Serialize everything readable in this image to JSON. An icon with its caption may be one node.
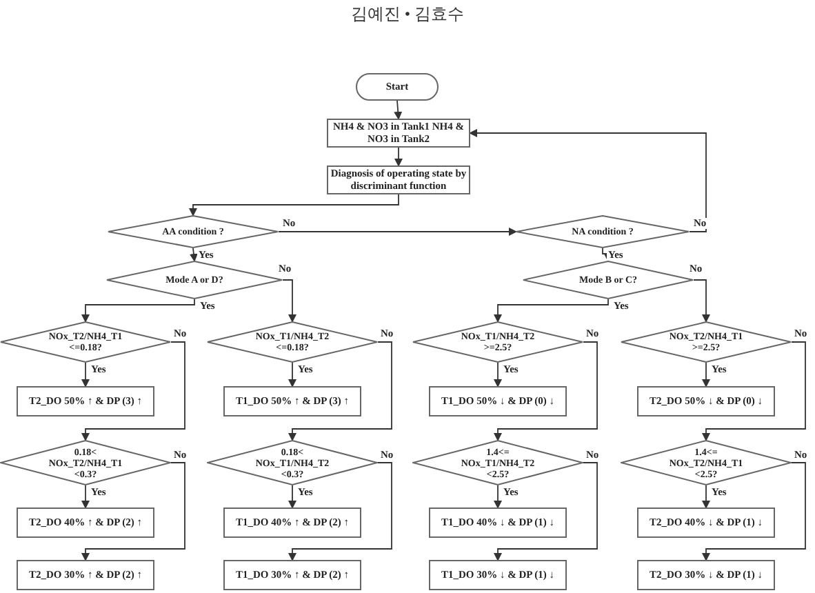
{
  "diagram": {
    "nodes": [
      {
        "text": [
          "Start"
        ]
      },
      {
        "text": [
          "NH4 & NO3 in Tank1 NH4 & NO3 in Tank2"
        ]
      },
      {
        "text": [
          "Diagnosis of operating state by discriminant function"
        ]
      },
      {
        "text": [
          "AA condition ?"
        ]
      },
      {
        "text": [
          "NA condition ?"
        ]
      },
      {
        "text": [
          "Mode A or D?"
        ]
      },
      {
        "text": [
          "Mode B or C?"
        ]
      },
      {
        "text": [
          "NOx_T2/NH4_T1 <=0.18?"
        ]
      },
      {
        "text": [
          "NOx_T1/NH4_T2 <=0.18?"
        ]
      },
      {
        "text": [
          "NOx_T1/NH4_T2 >=2.5?"
        ]
      },
      {
        "text": [
          "NOx_T2/NH4_T1 >=2.5?"
        ]
      },
      {
        "text": [
          "T2_DO 50% ↑ & DP (3) ↑"
        ]
      },
      {
        "text": [
          "T1_DO 50% ↑ & DP (3) ↑"
        ]
      },
      {
        "text": [
          "T1_DO 50% ↓ & DP (0) ↓"
        ]
      },
      {
        "text": [
          "T2_DO 50% ↓ & DP (0) ↓"
        ]
      },
      {
        "text": [
          "0.18< NOx_T2/NH4_T1 <0.3?"
        ]
      },
      {
        "text": [
          "0.18< NOx_T1/NH4_T2 <0.3?"
        ]
      },
      {
        "text": [
          "1.4<= NOx_T1/NH4_T2 <2.5?"
        ]
      },
      {
        "text": [
          "1.4<= NOx_T2/NH4_T1 <2.5?"
        ]
      },
      {
        "text": [
          "T2_DO 40% ↑ & DP (2) ↑"
        ]
      },
      {
        "text": [
          "T1_DO 40% ↑ & DP (2) ↑"
        ]
      },
      {
        "text": [
          "T1_DO 40% ↓ & DP (1) ↓"
        ]
      },
      {
        "text": [
          "T2_DO 40% ↓ & DP (1) ↓"
        ]
      },
      {
        "text": [
          "T2_DO 30% ↑ & DP (2) ↑"
        ]
      },
      {
        "text": [
          "T1_DO 30% ↑ & DP (2) ↑"
        ]
      },
      {
        "text": [
          "T1_DO 30% ↓ & DP (1) ↓"
        ]
      },
      {
        "text": [
          "T2_DO 30% ↓ & DP (1) ↓"
        ]
      }
    ],
    "edges": [
      {
        "from": 0,
        "to": 1,
        "arrow": "to"
      },
      {
        "from": 1,
        "to": 2,
        "arrow": "to"
      },
      {
        "from": 2,
        "to": 3,
        "arrow": "to"
      },
      {
        "from": 3,
        "to": 4,
        "arrow": "to",
        "label": "No"
      },
      {
        "from": 3,
        "to": 5,
        "arrow": "to",
        "label": "Yes"
      },
      {
        "from": 4,
        "to": 1,
        "arrow": "to",
        "label": "No"
      },
      {
        "from": 4,
        "to": 6,
        "arrow": "to",
        "label": "Yes"
      },
      {
        "from": 5,
        "to": 7,
        "arrow": "to",
        "label": "Yes"
      },
      {
        "from": 5,
        "to": 8,
        "arrow": "to",
        "label": "No"
      },
      {
        "from": 6,
        "to": 9,
        "arrow": "to",
        "label": "Yes"
      },
      {
        "from": 6,
        "to": 10,
        "arrow": "to",
        "label": "No"
      },
      {
        "from": 7,
        "to": 11,
        "arrow": "to",
        "label": "Yes"
      },
      {
        "from": 7,
        "to": 15,
        "arrow": "to",
        "label": "No"
      },
      {
        "from": 15,
        "to": 19,
        "arrow": "to",
        "label": "Yes"
      },
      {
        "from": 15,
        "to": 23,
        "arrow": "to",
        "label": "No"
      },
      {
        "from": 8,
        "to": 12,
        "arrow": "to",
        "label": "Yes"
      },
      {
        "from": 8,
        "to": 16,
        "arrow": "to",
        "label": "No"
      },
      {
        "from": 16,
        "to": 20,
        "arrow": "to",
        "label": "Yes"
      },
      {
        "from": 16,
        "to": 24,
        "arrow": "to",
        "label": "No"
      },
      {
        "from": 9,
        "to": 13,
        "arrow": "to",
        "label": "Yes"
      },
      {
        "from": 9,
        "to": 17,
        "arrow": "to",
        "label": "No"
      },
      {
        "from": 17,
        "to": 21,
        "arrow": "to",
        "label": "Yes"
      },
      {
        "from": 17,
        "to": 25,
        "arrow": "to",
        "label": "No"
      },
      {
        "from": 10,
        "to": 14,
        "arrow": "to",
        "label": "Yes"
      },
      {
        "from": 10,
        "to": 18,
        "arrow": "to",
        "label": "No"
      },
      {
        "from": 18,
        "to": 22,
        "arrow": "to",
        "label": "Yes"
      },
      {
        "from": 18,
        "to": 26,
        "arrow": "to",
        "label": "No"
      }
    ],
    "labels": [
      "김예진 • 김효수"
    ]
  }
}
